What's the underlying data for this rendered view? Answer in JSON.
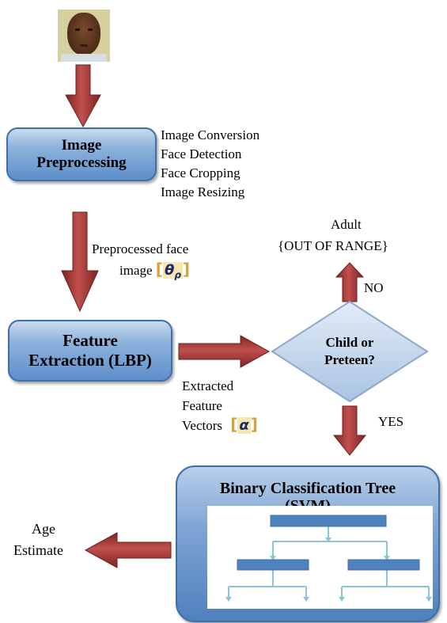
{
  "nodes": {
    "image_preprocessing": "Image\nPreprocessing",
    "feature_extraction": "Feature\nExtraction (LBP)",
    "decision": "Child or\nPreteen?",
    "classification_tree": "Binary Classification Tree",
    "classification_tree_sub": "(SVM)"
  },
  "preprocessing_steps": [
    "Image Conversion",
    "Face Detection",
    "Face Cropping",
    "Image Resizing"
  ],
  "labels": {
    "preprocessed_line1": "Preprocessed face",
    "preprocessed_line2": "image",
    "theta_symbol": "θ",
    "theta_subscript": "ρ",
    "extracted_line1": "Extracted",
    "extracted_line2": "Feature",
    "extracted_line3": "Vectors",
    "alpha_symbol": "α",
    "adult_line1": "Adult",
    "adult_line2": "{OUT OF RANGE}",
    "no": "NO",
    "yes": "YES",
    "age_line1": "Age",
    "age_line2": "Estimate"
  },
  "colors": {
    "arrow": "#a73b3c",
    "box_border": "#3d6fa8",
    "diamond_fill": "#c5d8ee",
    "tree_node": "#4f81bd",
    "tree_line": "#8ec3d9"
  }
}
